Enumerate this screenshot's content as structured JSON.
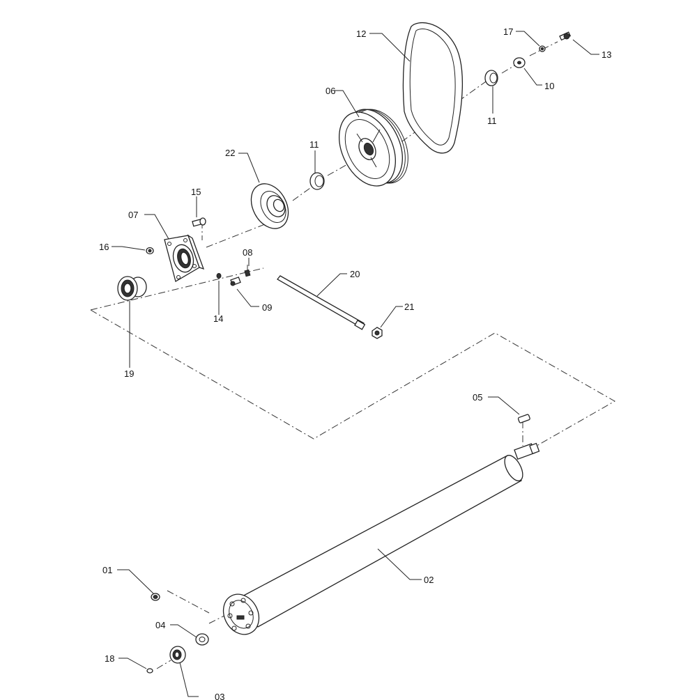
{
  "callouts": {
    "c01": "01",
    "c02": "02",
    "c03": "03",
    "c04": "04",
    "c05": "05",
    "c06": "06",
    "c07": "07",
    "c08": "08",
    "c09": "09",
    "c10": "10",
    "c11a": "11",
    "c11b": "11",
    "c12": "12",
    "c13": "13",
    "c14": "14",
    "c15": "15",
    "c16": "16",
    "c17": "17",
    "c18": "18",
    "c19": "19",
    "c20": "20",
    "c21": "21",
    "c22": "22"
  }
}
